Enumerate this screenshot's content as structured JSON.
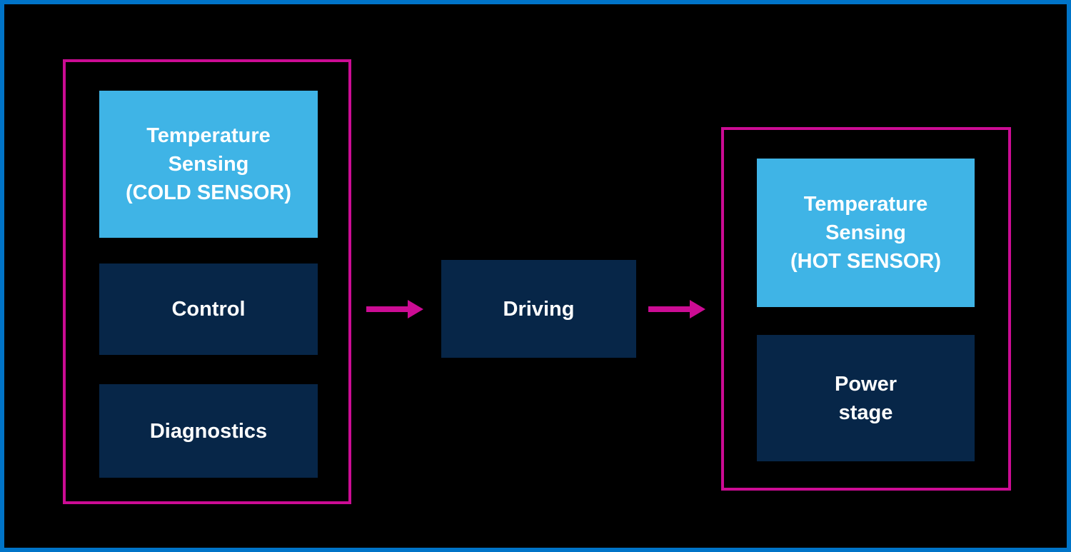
{
  "diagram": {
    "colors": {
      "background": "#000000",
      "frame_border": "#0074C8",
      "group_border": "#CC0C94",
      "node_light": "#3FB4E6",
      "node_dark": "#072648",
      "arrow": "#CC0C94",
      "text": "#FFFFFF"
    },
    "nodes": {
      "cold_sensor": {
        "style": "light",
        "lines": [
          "Temperature",
          "Sensing",
          "(COLD SENSOR)"
        ]
      },
      "control": {
        "style": "dark",
        "lines": [
          "Control"
        ]
      },
      "diagnostics": {
        "style": "dark",
        "lines": [
          "Diagnostics"
        ]
      },
      "driving": {
        "style": "dark",
        "lines": [
          "Driving"
        ]
      },
      "hot_sensor": {
        "style": "light",
        "lines": [
          "Temperature",
          "Sensing",
          "(HOT SENSOR)"
        ]
      },
      "power_stage": {
        "style": "dark",
        "lines": [
          "Power",
          "stage"
        ]
      }
    },
    "groups": [
      {
        "id": "input-group",
        "contains": [
          "cold_sensor",
          "control",
          "diagnostics"
        ]
      },
      {
        "id": "output-group",
        "contains": [
          "hot_sensor",
          "power_stage"
        ]
      }
    ],
    "arrows": [
      {
        "from": "input-group",
        "to": "driving"
      },
      {
        "from": "driving",
        "to": "output-group"
      }
    ]
  }
}
